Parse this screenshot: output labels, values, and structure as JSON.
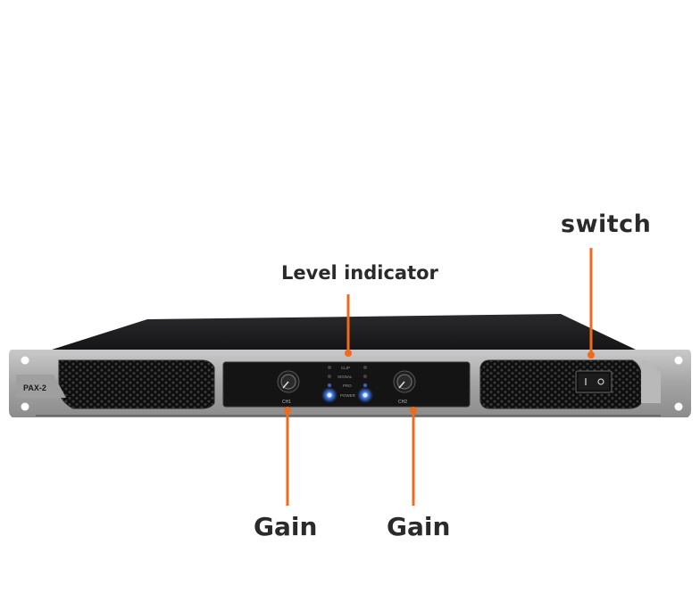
{
  "labels": {
    "switch": "switch",
    "level_indicator": "Level indicator",
    "gain_left": "Gain",
    "gain_right": "Gain"
  },
  "device": {
    "model": "PAX-2",
    "led_labels": [
      "CLIP",
      "SIGNAL",
      "PRO",
      "POWER"
    ],
    "channel_labels": [
      "CH1",
      "CH2"
    ]
  },
  "colors": {
    "callout": "#f06a1c",
    "led_blue": "#2f6bff",
    "chassis": "#a9a9a9",
    "panel": "#141414",
    "top_cover": "#1e1e20"
  }
}
